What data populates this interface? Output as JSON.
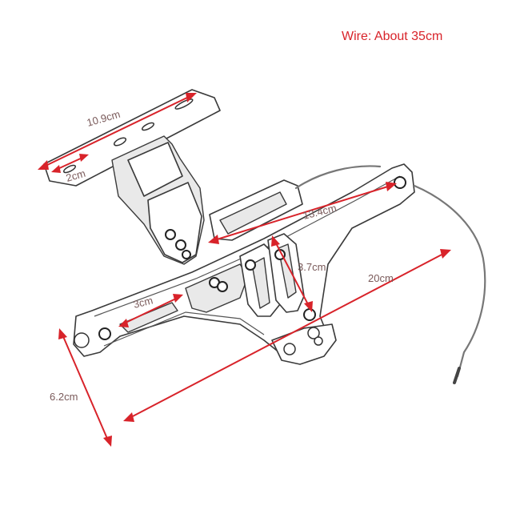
{
  "note": {
    "wire": "Wire: About 35cm"
  },
  "dimensions": {
    "top_width": "10.9cm",
    "slot_small": "2cm",
    "arm_length": "13.4cm",
    "slot_height": "3.7cm",
    "total_length": "20cm",
    "slot_width": "3cm",
    "height": "6.2cm"
  },
  "colors": {
    "dimension": "#d8232a",
    "outline": "#3a3a3a",
    "wire": "#777777"
  }
}
